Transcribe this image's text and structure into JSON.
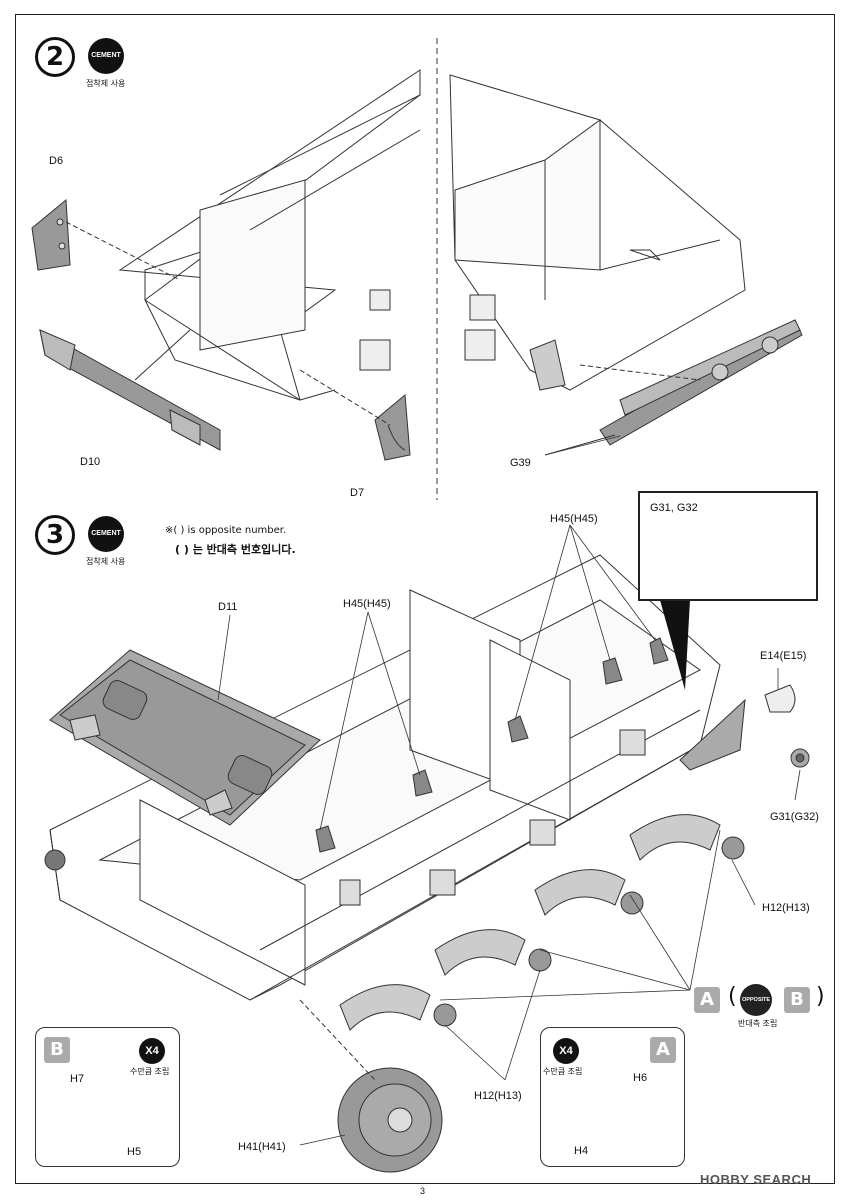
{
  "step2": {
    "number": "2",
    "cement_badge": "CEMENT",
    "cement_caption": "접착제 사용"
  },
  "step3": {
    "number": "3",
    "cement_badge": "CEMENT",
    "cement_caption": "접착제 사용",
    "note_en": "※(  ) is opposite number.",
    "note_kr": "(  ) 는 반대측 번호입니다."
  },
  "parts2": {
    "d6": "D6",
    "d10": "D10",
    "d7": "D7",
    "g39": "G39"
  },
  "parts3": {
    "d11": "D11",
    "h45_top": "H45(H45)",
    "h45_left": "H45(H45)",
    "g31g32": "G31, G32",
    "e14": "E14(E15)",
    "g31": "G31(G32)",
    "h12_right": "H12(H13)",
    "h12_bottom": "H12(H13)",
    "h41": "H41(H41)"
  },
  "opposite": {
    "left_letter": "A",
    "right_letter": "B",
    "paren_open": "(",
    "paren_close": ")",
    "badge": "OPPOSITE",
    "caption": "반대측 조립"
  },
  "inset_b": {
    "letter": "B",
    "x4": "X4",
    "x4_caption": "수만큼 조립",
    "h7": "H7",
    "h5": "H5"
  },
  "inset_a": {
    "letter": "A",
    "x4": "X4",
    "x4_caption": "수만큼 조립",
    "h6": "H6",
    "h4": "H4"
  },
  "page_number": "3",
  "watermark": "HOBBY SEARCH"
}
